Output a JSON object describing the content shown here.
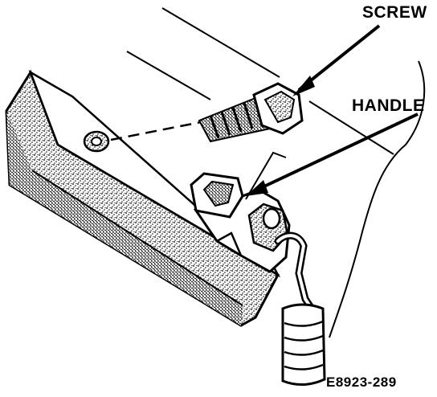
{
  "labels": {
    "screw": "SCREW",
    "handle": "HANDLE",
    "figure_id": "E8923-289"
  },
  "colors": {
    "ink": "#000000",
    "paper": "#ffffff",
    "shade": "#8a8a8a"
  }
}
